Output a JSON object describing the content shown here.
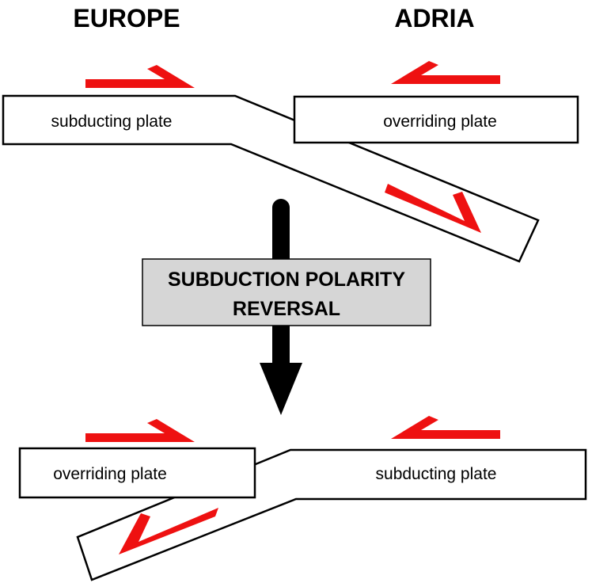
{
  "headings": {
    "left": "EUROPE",
    "right": "ADRIA"
  },
  "top_section": {
    "left_plate": "subducting plate",
    "right_plate": "overriding plate"
  },
  "transition": {
    "line1": "SUBDUCTION POLARITY",
    "line2": "REVERSAL"
  },
  "bottom_section": {
    "left_plate": "overriding plate",
    "right_plate": "subducting plate"
  },
  "colors": {
    "arrow": "#ee1111",
    "box_fill": "#d6d6d6",
    "main_arrow": "#000000"
  }
}
